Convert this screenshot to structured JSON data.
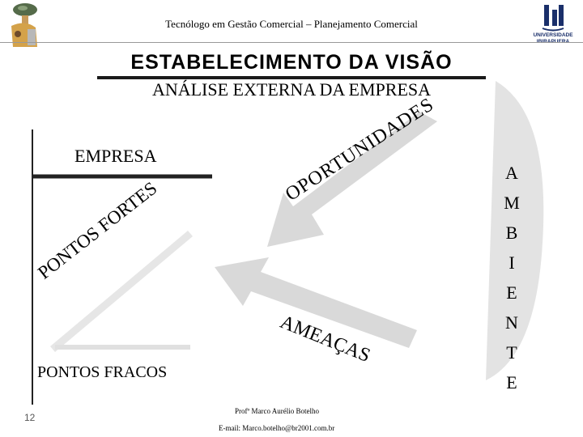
{
  "header": {
    "title": "Tecnólogo em Gestão Comercial – Planejamento Comercial",
    "university_name_line1": "UNIVERSIDADE",
    "university_name_line2": "IBIRAPUERA"
  },
  "main_title": "ESTABELECIMENTO DA VISÃO",
  "subtitle": "ANÁLISE EXTERNA DA EMPRESA",
  "diagram": {
    "empresa": "EMPRESA",
    "pontos_fracos": "PONTOS FRACOS",
    "pontos_fortes": "PONTOS FORTES",
    "oportunidades": "OPORTUNIDADES",
    "ameacas": "AMEAÇAS",
    "ambiente": "AMBIENTE"
  },
  "footer": {
    "slide_number": "12",
    "professor": "Profº Marco Aurélio Botelho",
    "email": "E-mail: Marco.botelho@br2001.com.br"
  },
  "colors": {
    "arrow_fill": "#d9d9d9",
    "ambiente_fill": "#e3e3e3",
    "box_line": "#222222",
    "university_blue": "#1a2f6a"
  }
}
